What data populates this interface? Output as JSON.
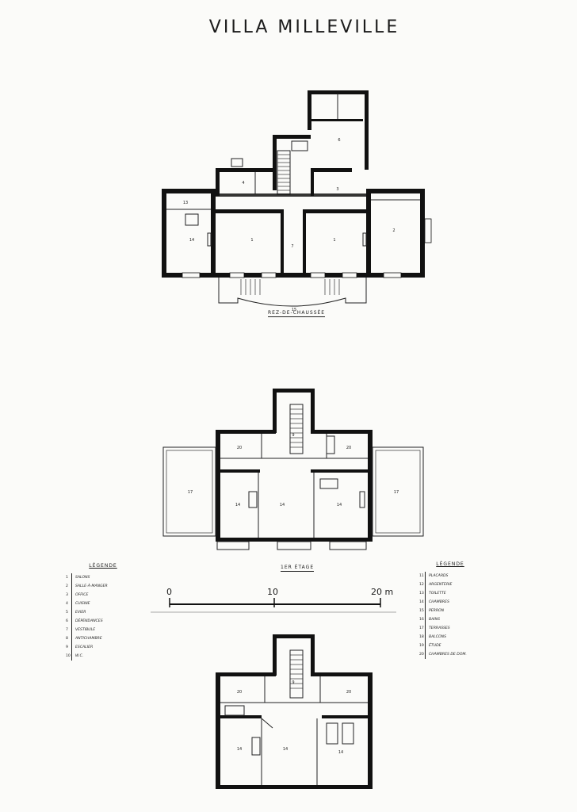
{
  "title": "VILLA MILLEVILLE",
  "plans": {
    "ground": {
      "caption": "REZ-DE-CHAUSSÉE"
    },
    "first": {
      "caption": "1ER ÉTAGE"
    }
  },
  "legend_left": {
    "heading": "LÉGENDE",
    "items": [
      {
        "n": "1",
        "label": "SALONS"
      },
      {
        "n": "2",
        "label": "SALLE-À-MANGER"
      },
      {
        "n": "3",
        "label": "OFFICE"
      },
      {
        "n": "4",
        "label": "CUISINE"
      },
      {
        "n": "5",
        "label": "EVIER"
      },
      {
        "n": "6",
        "label": "DÉPENDANCES"
      },
      {
        "n": "7",
        "label": "VESTIBULE"
      },
      {
        "n": "8",
        "label": "ANTICHAMBRE"
      },
      {
        "n": "9",
        "label": "ESCALIER"
      },
      {
        "n": "10",
        "label": "W.C."
      }
    ]
  },
  "legend_right": {
    "heading": "LÉGENDE",
    "items": [
      {
        "n": "11",
        "label": "PLACARDS"
      },
      {
        "n": "12",
        "label": "ARGENTERIE"
      },
      {
        "n": "13",
        "label": "TOILETTE"
      },
      {
        "n": "14",
        "label": "CHAMBRES"
      },
      {
        "n": "15",
        "label": "PERRON"
      },
      {
        "n": "16",
        "label": "BAINS"
      },
      {
        "n": "17",
        "label": "TERRASSES"
      },
      {
        "n": "18",
        "label": "BALCONS"
      },
      {
        "n": "19",
        "label": "ÉTUDE"
      },
      {
        "n": "20",
        "label": "CHAMBRES DE DOM."
      }
    ]
  },
  "scale": {
    "labels": [
      "0",
      "10",
      "20 m"
    ]
  }
}
